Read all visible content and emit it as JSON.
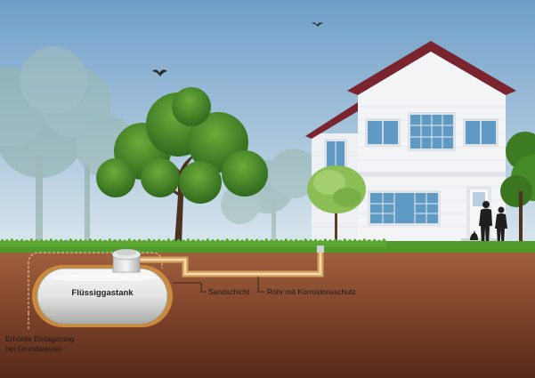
{
  "labels": {
    "tank": "Flüssiggastank",
    "sand_layer": "Sandschicht",
    "pipe": "Rohr mit Korrosionsschutz",
    "groundwater_line1": "Erhöhte Einlagerung",
    "groundwater_line2": "bei Grundwasser"
  },
  "colors": {
    "sky_top": "#6f9ec9",
    "sky_bottom": "#dde8ef",
    "grass": "#4f9a2a",
    "soil_top": "#9a5a3a",
    "soil_bottom": "#5a2e1c",
    "house_wall": "#f3f4f6",
    "roof": "#7a2430",
    "tank_body": "#e9ebe9",
    "sand_bed": "#c98a3e",
    "pipe_sleeve": "#d6a05a"
  }
}
